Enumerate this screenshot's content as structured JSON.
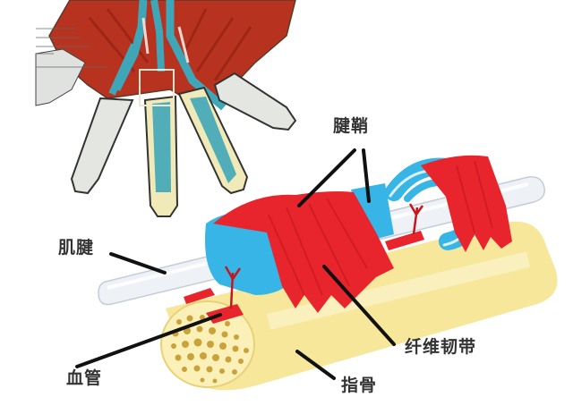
{
  "diagram": {
    "subject": "Finger flexor tendon sheath anatomy",
    "labels": {
      "tendon_sheath": "腱鞘",
      "tendon": "肌腱",
      "fibrous_band": "纤维韧带",
      "blood_vessel": "血管",
      "phalanx": "指骨"
    },
    "colors": {
      "muscle_red": "#e8242c",
      "sheath_blue": "#37b5e6",
      "tendon_white": "#eef2f6",
      "bone_yellow": "#f6e79a",
      "bone_pore": "#c9a23a",
      "hand_muscle": "#b8331f",
      "hand_tendon": "#3fa6b8",
      "finger_gray": "#e4e6e2",
      "leader_line": "#111111"
    }
  }
}
